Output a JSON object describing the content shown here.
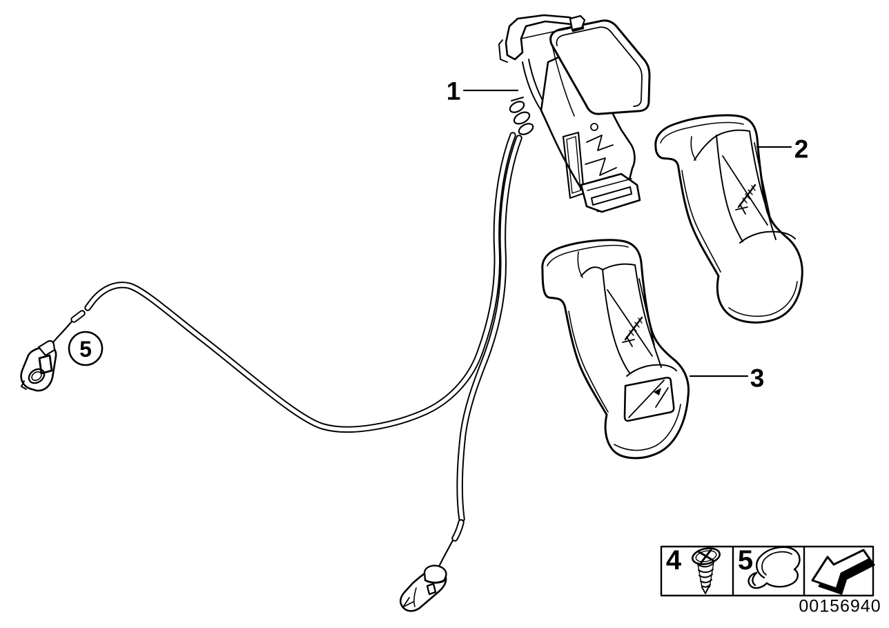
{
  "diagram": {
    "background_color": "#ffffff",
    "line_color": "#000000",
    "document_number": "00156940",
    "callouts": {
      "c1": {
        "label": "1"
      },
      "c2": {
        "label": "2"
      },
      "c3": {
        "label": "3"
      },
      "c5": {
        "label": "5",
        "style": "circled"
      }
    },
    "legend": {
      "items": [
        {
          "label": "4",
          "icon": "screw-icon"
        },
        {
          "label": "5",
          "icon": "clip-icon"
        },
        {
          "label": "",
          "icon": "direction-arrow-icon"
        }
      ]
    }
  }
}
